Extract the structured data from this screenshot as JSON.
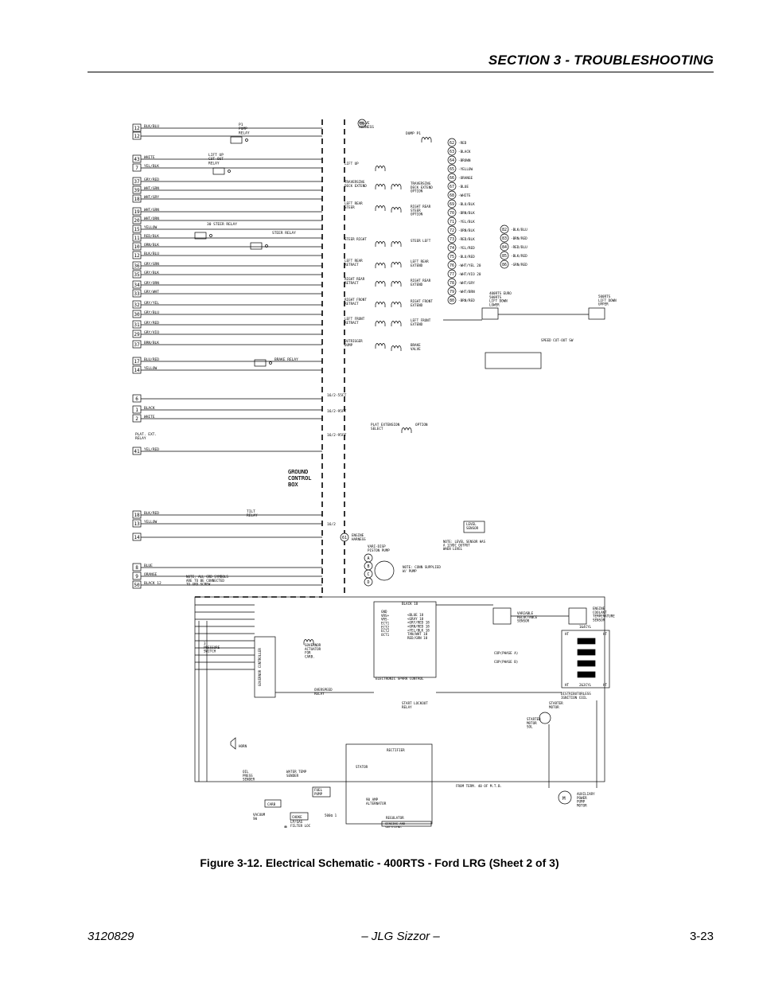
{
  "header": {
    "section_title": "SECTION 3 - TROUBLESHOOTING"
  },
  "schematic": {
    "boxes": {
      "ground_control": "GROUND\nCONTROL\nBOX"
    },
    "left_terminals": [
      {
        "num": "12",
        "wire": "BLK/BLU"
      },
      {
        "num": "12",
        "wire": ""
      },
      {
        "num": "43",
        "wire": "WHITE"
      },
      {
        "num": "7",
        "wire": "YEL/BLK"
      },
      {
        "num": "37",
        "wire": "GRY/RED"
      },
      {
        "num": "39",
        "wire": "WHT/GRN"
      },
      {
        "num": "18",
        "wire": "WHT/GRY"
      },
      {
        "num": "19",
        "wire": "WHT/GRN"
      },
      {
        "num": "20",
        "wire": "WHT/ORN"
      },
      {
        "num": "15",
        "wire": "YELLOW"
      },
      {
        "num": "11",
        "wire": "RED/BLK"
      },
      {
        "num": "10",
        "wire": "ORN/BLK"
      },
      {
        "num": "12",
        "wire": "BLK/BLU"
      },
      {
        "num": "36",
        "wire": "GRY/GRN"
      },
      {
        "num": "35",
        "wire": "GRY/BLK"
      },
      {
        "num": "34",
        "wire": "GRY/ORN"
      },
      {
        "num": "33",
        "wire": "GRY/WHT"
      },
      {
        "num": "32",
        "wire": "GRY/YEL"
      },
      {
        "num": "30",
        "wire": "GRY/BLU"
      },
      {
        "num": "31",
        "wire": "GRY/RED"
      },
      {
        "num": "29",
        "wire": "GRY/VIO"
      },
      {
        "num": "37",
        "wire": "BRN/BLK"
      },
      {
        "num": "17",
        "wire": "BLU/RED"
      },
      {
        "num": "14",
        "wire": "YELLOW"
      },
      {
        "num": "6",
        "wire": ""
      },
      {
        "num": "1",
        "wire": "BLACK"
      },
      {
        "num": "2",
        "wire": "WHITE"
      },
      {
        "num": "41",
        "wire": "YEL/RED"
      },
      {
        "num": "18",
        "wire": "BLK/RED"
      },
      {
        "num": "13",
        "wire": "YELLOW"
      },
      {
        "num": "14",
        "wire": ""
      },
      {
        "num": "8",
        "wire": "BLUE"
      },
      {
        "num": "9",
        "wire": "ORANGE"
      },
      {
        "num": "50",
        "wire": "BLACK 12"
      }
    ],
    "valves": [
      "LIFT UP",
      "TRAVERSING\nDECK EXTEND",
      "LEFT REAR\nSTEER",
      "STEER RIGHT",
      "LEFT REAR\nRETRACT",
      "RIGHT REAR\nRETRACT",
      "RIGHT FRONT\nRETRACT",
      "LEFT FRONT\nRETRACT",
      "OUTRIGGER\nDUMP"
    ],
    "valves_right": [
      "TRAVERSING\nDECK EXTEND\nOPTION",
      "RIGHT REAR\nSTEER\nOPTION",
      "STEER LEFT",
      "LEFT REAR\nEXTEND",
      "RIGHT REAR\nEXTEND",
      "RIGHT FRONT\nEXTEND",
      "LEFT FRONT\nEXTEND",
      "BRAKE\nVALVE"
    ],
    "color_codes_1": [
      {
        "num": "62",
        "color": "RED"
      },
      {
        "num": "63",
        "color": "BLACK"
      },
      {
        "num": "64",
        "color": "BROWN"
      },
      {
        "num": "65",
        "color": "YELLOW"
      },
      {
        "num": "66",
        "color": "ORANGE"
      },
      {
        "num": "67",
        "color": "BLUE"
      },
      {
        "num": "68",
        "color": "WHITE"
      },
      {
        "num": "69",
        "color": "BLU/BLK"
      },
      {
        "num": "70",
        "color": "BRN/BLK"
      },
      {
        "num": "71",
        "color": "YEL/BLK"
      },
      {
        "num": "72",
        "color": "ORN/BLK"
      },
      {
        "num": "73",
        "color": "RED/BLK"
      },
      {
        "num": "74",
        "color": "YEL/RED"
      },
      {
        "num": "75",
        "color": "BLU/RED"
      },
      {
        "num": "76",
        "color": "WHT/YEL 20"
      },
      {
        "num": "77",
        "color": "WHT/VIO 20"
      },
      {
        "num": "78",
        "color": "WHT/GRY"
      },
      {
        "num": "79",
        "color": "WHT/BRN"
      },
      {
        "num": "80",
        "color": "BRN/RED"
      }
    ],
    "color_codes_2": [
      {
        "num": "82",
        "color": "BLK/BLU"
      },
      {
        "num": "83",
        "color": "BRN/RED"
      },
      {
        "num": "84",
        "color": "RED/BLU"
      },
      {
        "num": "85",
        "color": "BLK/RED"
      },
      {
        "num": "86",
        "color": "GRN/RED"
      }
    ],
    "labels": {
      "valve_harness": "VALVE\nHARNESS",
      "dump_p1": "DUMP P1",
      "pump_relay": "P1\nPUMP\nRELAY",
      "lift_up_cutout": "LIFT UP\nCUT-OUT\nRELAY",
      "steer_relay_30": "30 STEER RELAY",
      "steer_relay": "STEER RELAY",
      "brake_relay": "BRAKE RELAY",
      "cable_1": "16/2-55FT",
      "cable_2": "16/2-95FT",
      "cable_3": "16/2-95FT",
      "cable_4": "16/2",
      "plat_ext_relay": "PLAT. EXT.\nRELAY",
      "plat_ext_select": "PLAT EXTENSION\nSELECT",
      "option": "OPTION",
      "tilt_relay": "TILT\nRELAY",
      "level_sensor": "LEVEL\nSENSOR",
      "level_note": "NOTE: LEVEL SENSOR HAS\nA 12VDC OUTPUT\nWHEN LEVEL",
      "engine_harness": "ENGINE\nHARNESS",
      "piston_pump": "VARI-DISP\nPISTON PUMP",
      "conn_note": "NOTE: CONN SUPPLIED\nW/ PUMP",
      "grd_note": "NOTE: ALL GRD SYMBOLS\nARE TO BE CONNECTED\nTO GRD SCREW",
      "lift_down_lower": "400RTS EURO\n500RTS\nLIFT DOWN\nLOWER",
      "lift_down_upper": "500RTS\nLIFT DOWN\nUPPER",
      "speed_cutout": "SPEED CUT-OUT SW",
      "variable_reluctance": "VARIABLE\nRELUCTANCE\nSENSOR",
      "engine_coolant": "ENGINE\nCOOLANT\nTEMPERATURE\nSENSOR",
      "cop_a": "COP(PHASE A)",
      "cop_b": "COP(PHASE B)",
      "spark_control": "ELECTRONIC SPARK CONTROL",
      "distributorless": "DISTRIBUTORLESS\nIGNITION COIL",
      "overspeed_relay": "OVERSPEED\nRELAY",
      "start_lockout": "START LOCKOUT\nRELAY",
      "starter_motor": "STARTER\nMOTOR",
      "starter_sol": "STARTER\nMOTOR\nSOL",
      "governor_controller": "GOVERNOR CONTROLLER",
      "governor_actuator": "GOVERNOR\nACTUATOR\nFOR\nCARB.",
      "pressure_switch": "3\nPRESSURE\nSWITCH",
      "horn": "HORN",
      "oil_press": "OIL\nPRESS\nSENDER",
      "water_temp": "WATER TEMP\nSENDER",
      "fuel_pump": "FUEL\nPUMP",
      "carb": "CARB",
      "choke": "CHOKE",
      "stator": "STATOR",
      "rectifier": "RECTIFIER",
      "alternator": "90 AMP\nALTERNATOR",
      "regulator": "REGULATOR",
      "sensing": "SENSING AND\nSWITCHING\nCIRCUITS",
      "from_term": "FROM TERM. 40 OF M.T.B.",
      "aux_pump": "AUXILIARY\nPOWER\nPUMP\nMOTOR",
      "vacuum": "VACUUM\nSW",
      "lp_gas": "LP/GAS\nFILTER LOC\nVALVE",
      "ecm_pins": "GND\nVRS+\nVRS-\n\nECT1\n\nECT2\nECT2\nOCT1",
      "ecm_wires": "<BLUE 18\n<GRAY 18\n\n<GRY/RED 18\n\n<GRN/RED 18\n<YEL/BLK 18\n\nTAN/WHT 18\nRED/GRN 18",
      "black_18": "BLACK 18",
      "coil_1": "1&4CYL",
      "coil_2": "2&3CYL",
      "ht": "HT",
      "s00": "500Ω 1"
    }
  },
  "caption": "Figure 3-12.  Electrical Schematic - 400RTS - Ford LRG (Sheet 2 of 3)",
  "footer": {
    "doc_number": "3120829",
    "product": "– JLG Sizzor –",
    "page": "3-23"
  }
}
